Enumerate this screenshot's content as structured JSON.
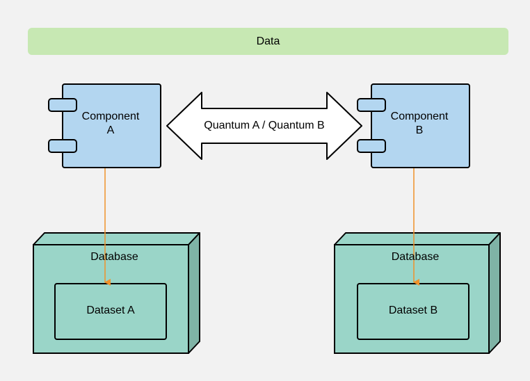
{
  "banner": {
    "label": "Data"
  },
  "components": [
    {
      "line1": "Component",
      "line2": "A"
    },
    {
      "line1": "Component",
      "line2": "B"
    }
  ],
  "connector": {
    "label": "Quantum A / Quantum B"
  },
  "databases": [
    {
      "title": "Database",
      "dataset": "Dataset A"
    },
    {
      "title": "Database",
      "dataset": "Dataset B"
    }
  ],
  "colors": {
    "background": "#f2f2f2",
    "banner": "#c7e8b3",
    "component_fill": "#b3d6f0",
    "database_fill": "#9ad5c8",
    "database_side": "#7fb3a6",
    "arrow": "#f0922b",
    "stroke": "#000000"
  }
}
